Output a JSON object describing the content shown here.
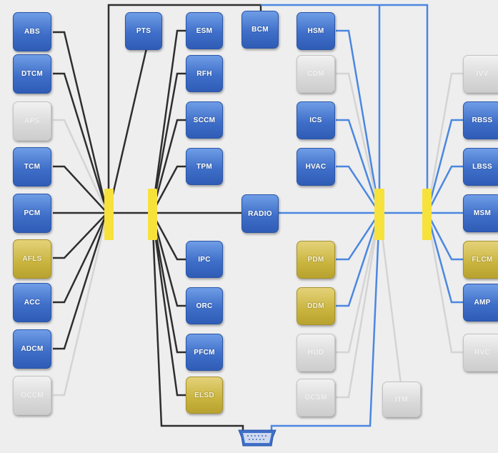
{
  "colors": {
    "background": "#eeeeef",
    "bus_dark": "#2e2e2e",
    "bus_blue": "#4b87e0",
    "bus_grey": "#d4d4d4",
    "junction": "#f6e23a",
    "node_blue": "#3f6fc9",
    "node_grey": "#d9d9d9",
    "node_yellow": "#c9b43e"
  },
  "nodes": {
    "abs": "ABS",
    "dtcm": "DTCM",
    "aps": "APS",
    "tcm": "TCM",
    "pcm": "PCM",
    "afls": "AFLS",
    "acc": "ACC",
    "adcm": "ADCM",
    "occm": "OCCM",
    "pts": "PTS",
    "esm": "ESM",
    "rfh": "RFH",
    "sccm": "SCCM",
    "tpm": "TPM",
    "ipc": "IPC",
    "orc": "ORC",
    "pfcm": "PFCM",
    "elsd": "ELSD",
    "bcm": "BCM",
    "radio": "RADIO",
    "hsm": "HSM",
    "cdm": "CDM",
    "ics": "ICS",
    "hvac": "HVAC",
    "pdm": "PDM",
    "ddm": "DDM",
    "hud": "HUD",
    "ocsm": "OCSM",
    "itm": "ITM",
    "ivv": "IVV",
    "rbss": "RBSS",
    "lbss": "LBSS",
    "msm": "MSM",
    "flcm": "FLCM",
    "amp": "AMP",
    "rvc": "RVC"
  }
}
